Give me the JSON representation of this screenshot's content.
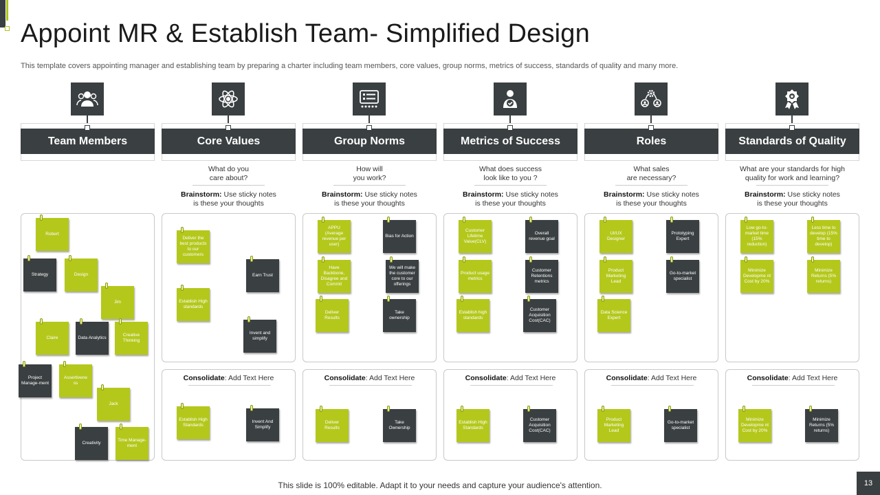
{
  "slide": {
    "title": "Appoint MR & Establish Team- Simplified Design",
    "subtitle": "This template covers appointing manager and establishing team by preparing a charter including team members, core values, group norms, metrics of success, standards of quality and many more.",
    "footer": "This slide is 100% editable. Adapt it to your needs and capture your audience's attention.",
    "page_number": "13"
  },
  "colors": {
    "dark": "#3a3f41",
    "accent": "#b4c81c"
  },
  "columns": [
    {
      "title": "Team Members",
      "icon": "team-icon"
    },
    {
      "title": "Core Values",
      "icon": "atom-icon",
      "question": "What do you\ncare about?"
    },
    {
      "title": "Group Norms",
      "icon": "checklist-icon",
      "question": "How will\nyou work?"
    },
    {
      "title": "Metrics of Success",
      "icon": "person-check-icon",
      "question": "What does success\nlook like to you ?"
    },
    {
      "title": "Roles",
      "icon": "roles-gear-icon",
      "question": "What sales\nare necessary?"
    },
    {
      "title": "Standards of Quality",
      "icon": "award-badge-icon",
      "question": "What are your standards for high\nquality for work and learning?"
    }
  ],
  "brainstorm": {
    "bold": "Brainstorm:",
    "text": " Use sticky notes\nis these  your thoughts"
  },
  "consolidate": {
    "bold": "Consolidate",
    "text": ": Add Text Here"
  },
  "team_notes": [
    "Robert",
    "Strategy",
    "Design",
    "Jim",
    "Claire",
    "Data Analytics",
    "Creative Thinking",
    "Project Manage-ment",
    "Assertivene ss",
    "Jack",
    "Creativity",
    "Time Manage-ment"
  ],
  "core_notes": [
    "Deliver the best products to our customers",
    "Earn Trust",
    "Establish High standards",
    "Invent and simplify"
  ],
  "core_consolidate": [
    "Establish High Standards",
    "Invent And Simplify"
  ],
  "norms_notes": [
    "APPU (Average revenue per user)",
    "Bias for Action",
    "Have Backbone, Disagree and Commit",
    "We will make the customer core to our offerings",
    "Deliver Results",
    "Take ownership"
  ],
  "norms_consolidate": [
    "Deliver Results",
    "Take Ownership"
  ],
  "metrics_notes": [
    "Customer Lifetime Value(CLV)",
    "Overall revenue goal",
    "Product usage metrics",
    "Customer Retentions metrics",
    "Establish high standards",
    "Customer Acquisition Cost(CAC)"
  ],
  "metrics_consolidate": [
    "Establish High Standards",
    "Customer Acquisition Cost(CAC)"
  ],
  "roles_notes": [
    "UI/UX Designer",
    "Prototyping Expert",
    "Product Marketing Lead",
    "Go-to-market specialist",
    "Data Science Expert"
  ],
  "roles_consolidate": [
    "Product Marketing Lead",
    "Go-to-market specialist"
  ],
  "quality_notes": [
    "Low go-to-market time (15% reduction)",
    "Less time to develop (15% time to develop)",
    "Minimize Developme nt Cost by 20%",
    "Minimize Returns (5% returns)"
  ],
  "quality_consolidate": [
    "Minimize Developme nt Cost by 20%",
    "Minimize Returns (5% returns)"
  ]
}
